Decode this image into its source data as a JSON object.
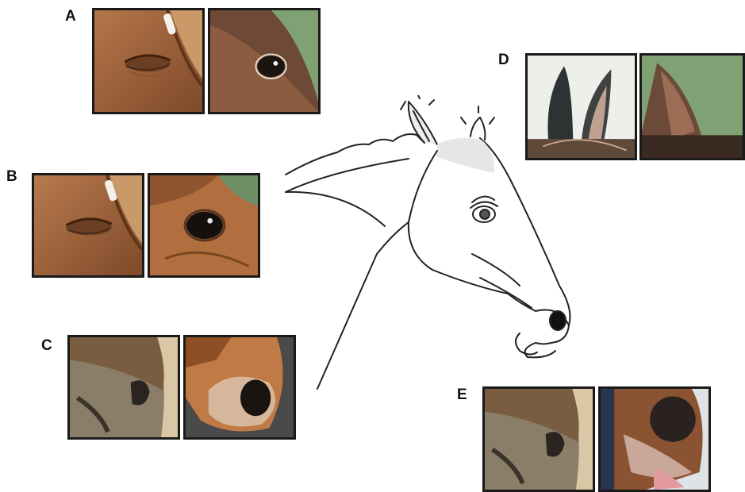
{
  "figure": {
    "panels": [
      {
        "letter": "A",
        "photos": [
          "eye-relaxed-closed",
          "eye-open-alert"
        ]
      },
      {
        "letter": "B",
        "photos": [
          "eye-relaxed-closed",
          "eye-wide-alert"
        ]
      },
      {
        "letter": "C",
        "photos": [
          "nostril-relaxed",
          "nostril-flared"
        ]
      },
      {
        "letter": "D",
        "photos": [
          "ears-forward",
          "ear-backward"
        ]
      },
      {
        "letter": "E",
        "photos": [
          "muzzle-relaxed",
          "muzzle-tense-tongue"
        ]
      }
    ],
    "colors": {
      "coat": "#a9693c",
      "coat_dark": "#6d3f22",
      "muzzle_grey": "#8a7e68",
      "background_green": "#7fa173",
      "frame": "#1a1a1a",
      "line_art": "#222222"
    },
    "illustration": "horse-head-line-drawing"
  }
}
